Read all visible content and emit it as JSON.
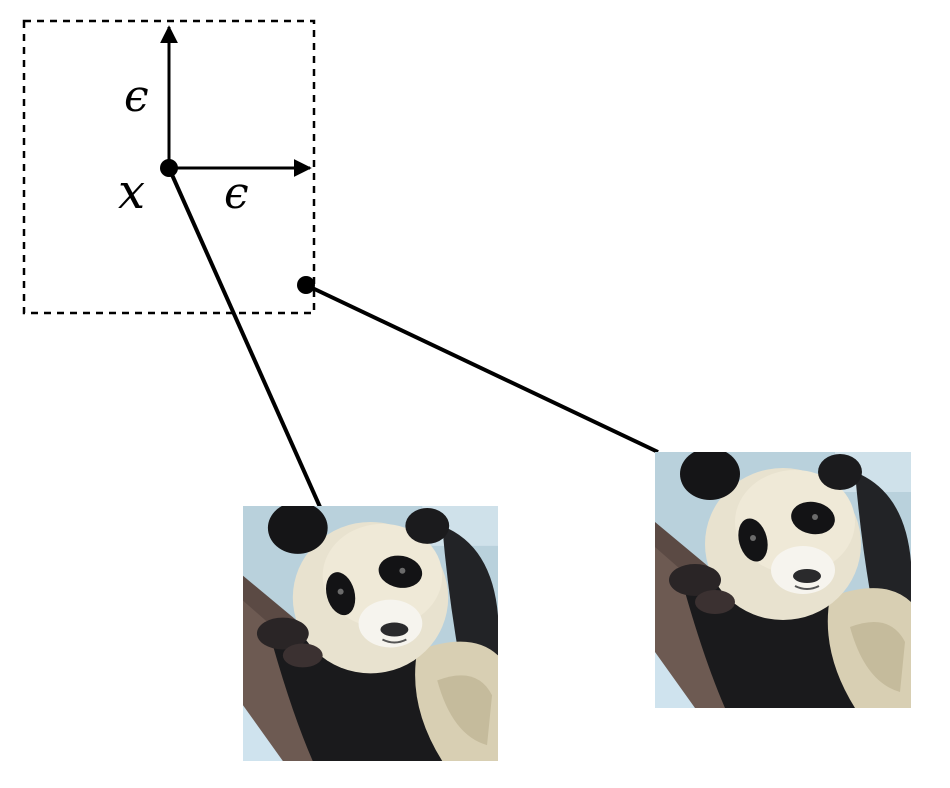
{
  "labels": {
    "point": "x",
    "epsilon_vertical": "ϵ",
    "epsilon_horizontal": "ϵ"
  },
  "colors": {
    "ink": "#000000",
    "background": "#ffffff"
  },
  "images": {
    "original": "panda-photo",
    "perturbed": "panda-photo"
  }
}
